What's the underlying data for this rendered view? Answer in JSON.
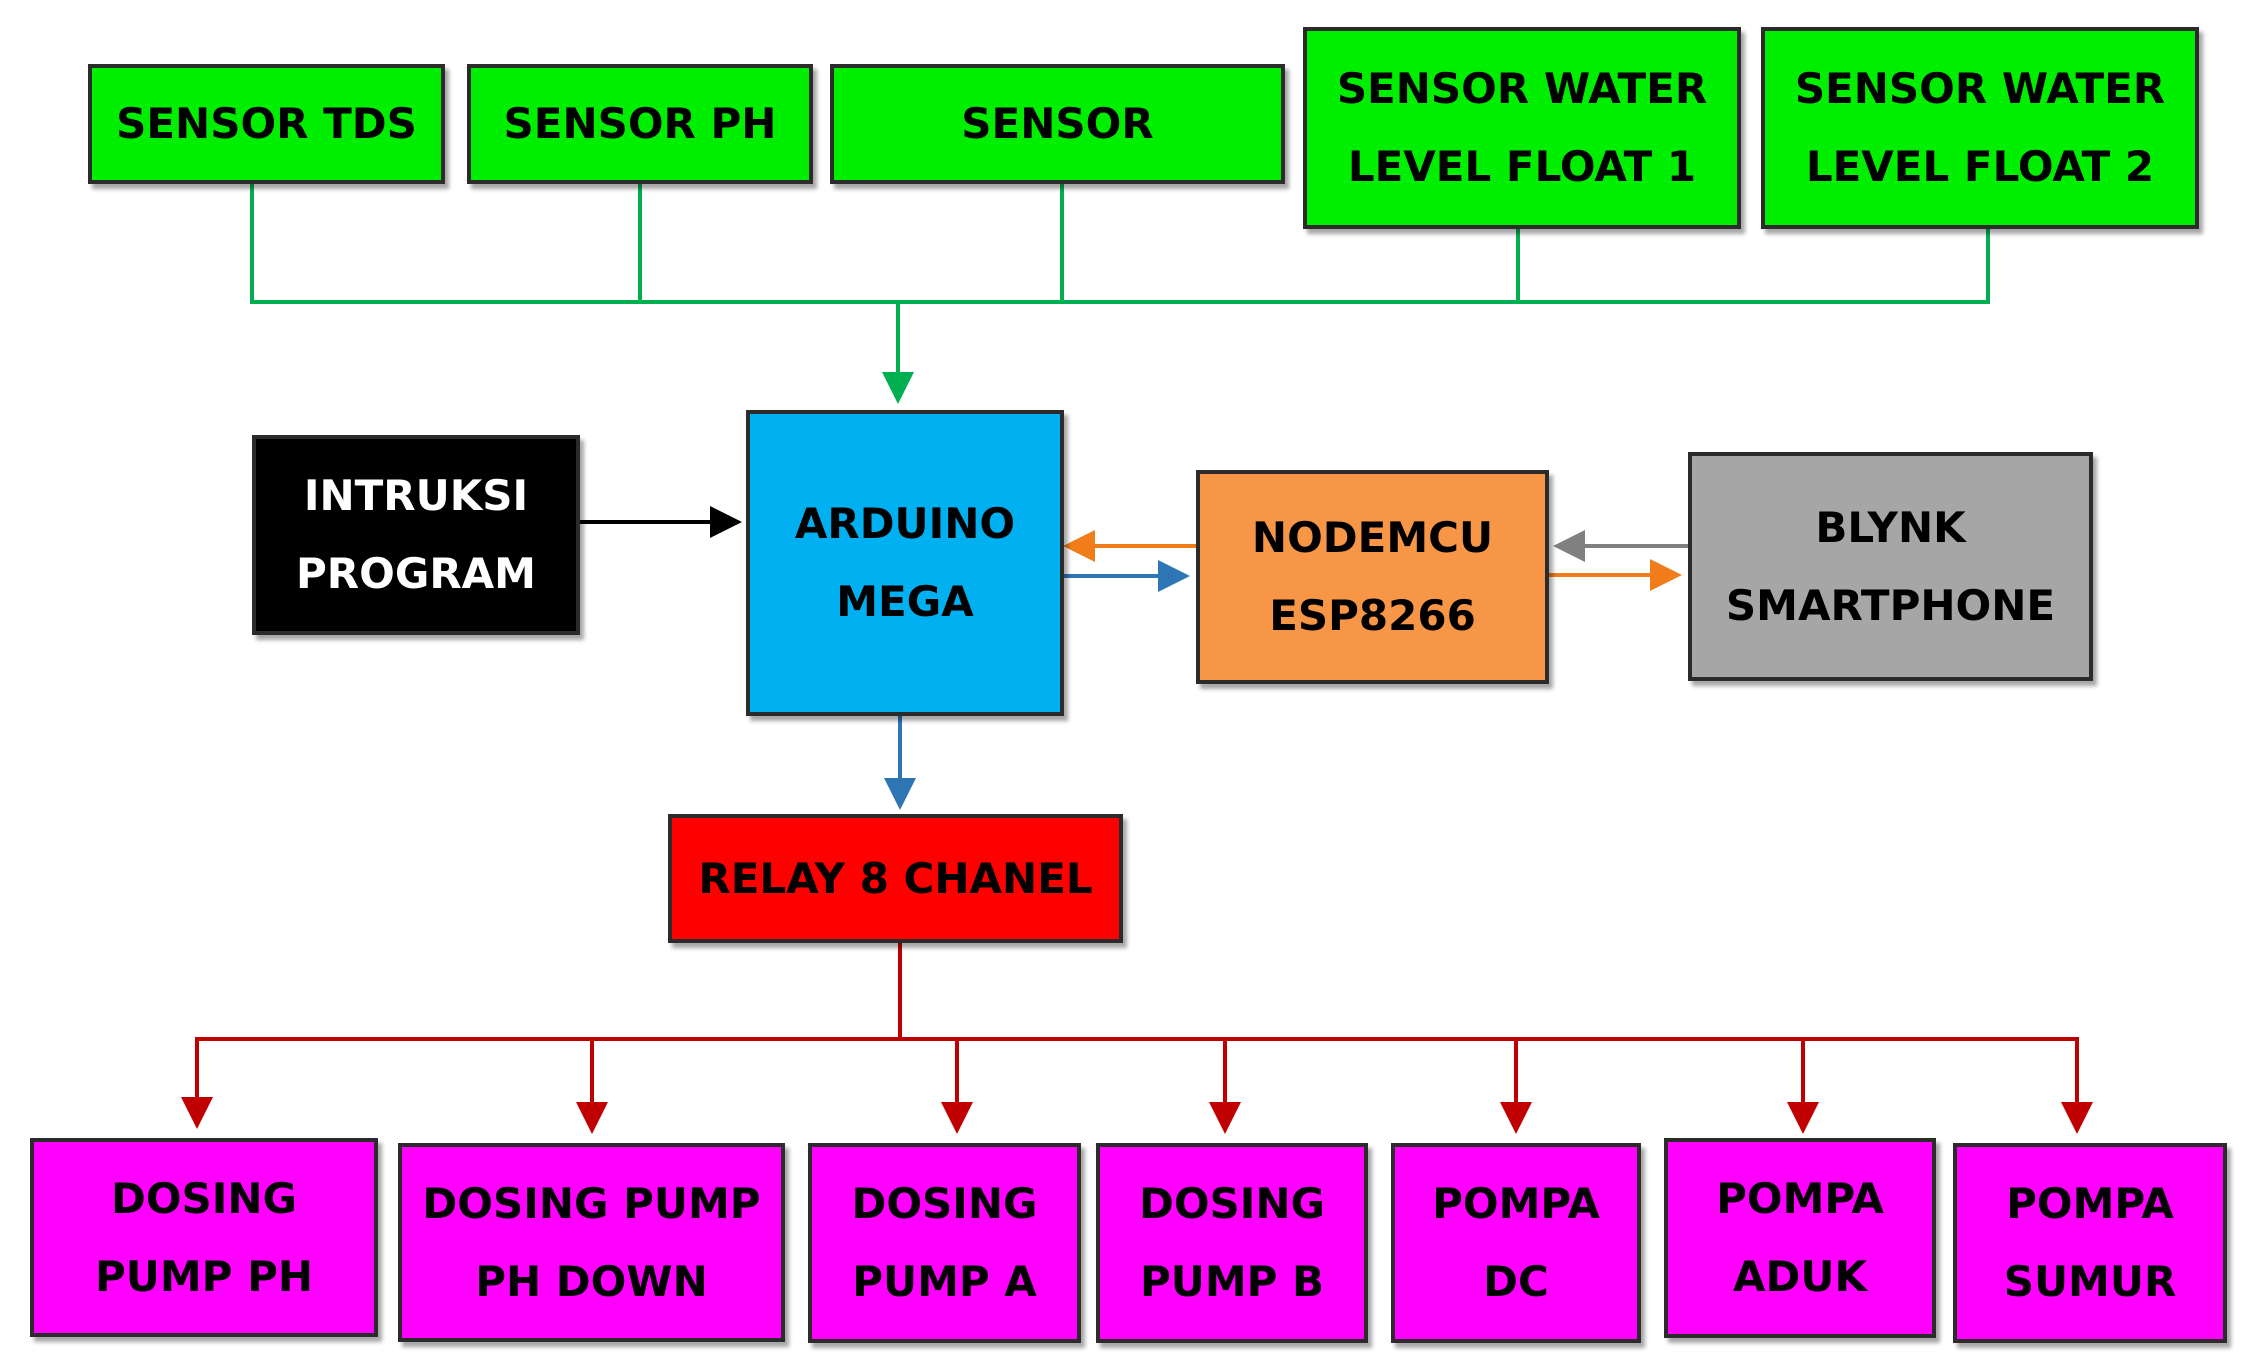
{
  "colors": {
    "sensor": "#00ee00",
    "input": "#000000",
    "controller": "#00b0f0",
    "wifi": "#f79646",
    "app": "#a6a6a6",
    "relay": "#ff0000",
    "actuator": "#ff00ff",
    "sensor_line": "#00b050",
    "black_line": "#000000",
    "orange_line": "#f07d1a",
    "blue_line": "#2e75b6",
    "gray_line": "#808080",
    "red_line": "#c00000"
  },
  "sensors": [
    {
      "lines": [
        "SENSOR TDS"
      ]
    },
    {
      "lines": [
        "SENSOR PH"
      ]
    },
    {
      "lines": [
        "SENSOR"
      ]
    },
    {
      "lines": [
        "SENSOR WATER",
        "LEVEL FLOAT 1"
      ]
    },
    {
      "lines": [
        "SENSOR WATER",
        "LEVEL FLOAT 2"
      ]
    }
  ],
  "program": {
    "lines": [
      "INTRUKSI",
      "PROGRAM"
    ]
  },
  "controller": {
    "lines": [
      "ARDUINO",
      "MEGA"
    ]
  },
  "wifi_module": {
    "lines": [
      "NODEMCU",
      "ESP8266"
    ]
  },
  "app": {
    "lines": [
      "BLYNK",
      "SMARTPHONE"
    ]
  },
  "relay": {
    "lines": [
      "RELAY 8 CHANEL"
    ]
  },
  "actuators": [
    {
      "lines": [
        "DOSING",
        "PUMP PH"
      ]
    },
    {
      "lines": [
        "DOSING PUMP",
        "PH DOWN"
      ]
    },
    {
      "lines": [
        "DOSING",
        "PUMP A"
      ]
    },
    {
      "lines": [
        "DOSING",
        "PUMP B"
      ]
    },
    {
      "lines": [
        "POMPA",
        "DC"
      ]
    },
    {
      "lines": [
        "POMPA",
        "ADUK"
      ]
    },
    {
      "lines": [
        "POMPA",
        "SUMUR"
      ]
    }
  ]
}
